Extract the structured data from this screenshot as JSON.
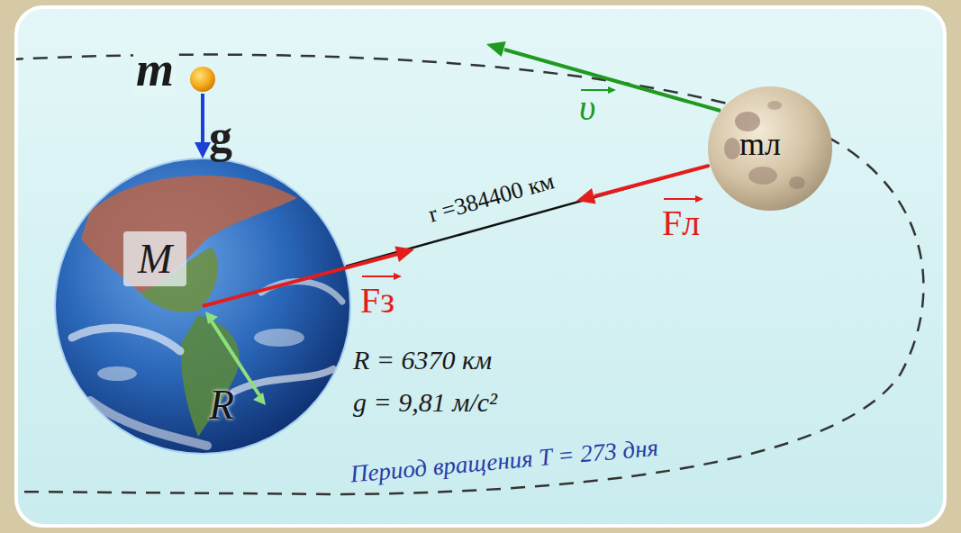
{
  "diagram": {
    "nodes": [
      {
        "text": [
          "R"
        ]
      },
      {
        "text": [
          "M"
        ],
        "in": 0
      },
      {
        "text": [
          "mл"
        ]
      }
    ],
    "edges": [
      {
        "from": 0,
        "to": 2,
        "arrow": "none",
        "label": "r =384400 км"
      }
    ],
    "labels": [
      "m",
      "g",
      "υ",
      "Fл",
      "Fз",
      "R = 6370 км",
      "g = 9,81 м/с²",
      "Период вращения T = 273 дня"
    ]
  }
}
